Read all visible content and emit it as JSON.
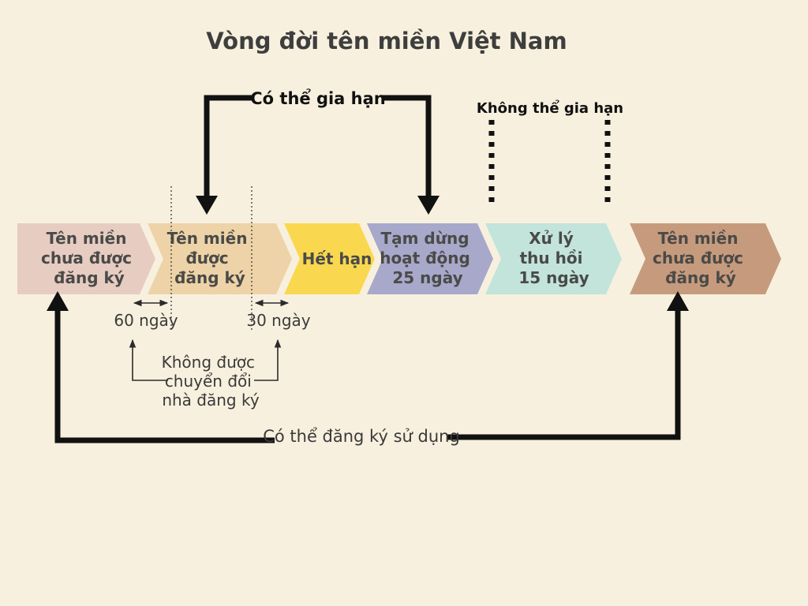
{
  "title": "Vòng đời tên miền Việt Nam",
  "background_color": "#f8f0de",
  "annotations": {
    "renewable_label": "Có thể gia hạn",
    "non_renewable_label": "Không thể gia hạn",
    "period_60_days": "60 ngày",
    "period_30_days": "30 ngày",
    "no_transfer_lines": [
      "Không được",
      "chuyển đổi",
      "nhà đăng ký"
    ],
    "can_register_label": "Có thể đăng ký sử dụng"
  },
  "stages": [
    {
      "color": "#e7ccc2",
      "lines": [
        "Tên miền",
        "chưa được",
        "đăng ký"
      ]
    },
    {
      "color": "#edd3a7",
      "lines": [
        "Tên miền",
        "được",
        "đăng ký"
      ]
    },
    {
      "color": "#f9d84f",
      "lines": [
        "Hết hạn"
      ]
    },
    {
      "color": "#a8a8cb",
      "lines": [
        "Tạm dừng",
        "hoạt động",
        "25 ngày"
      ]
    },
    {
      "color": "#c2e4db",
      "lines": [
        "Xử lý",
        "thu hồi",
        "15 ngày"
      ]
    },
    {
      "color": "#c69b7d",
      "lines": [
        "Tên miền",
        "chưa được",
        "đăng ký"
      ]
    }
  ]
}
